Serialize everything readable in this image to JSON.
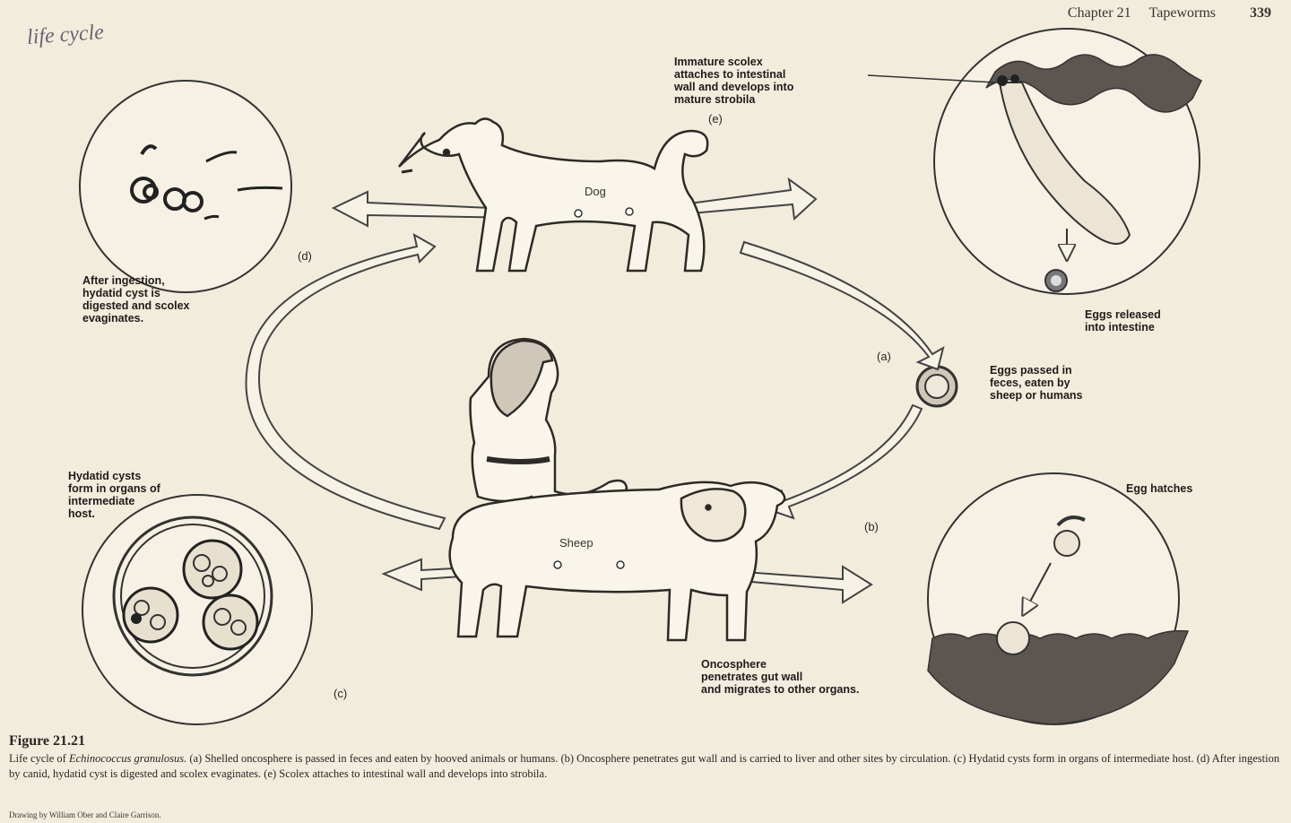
{
  "header": {
    "chapter": "Chapter 21",
    "section": "Tapeworms",
    "page": "339"
  },
  "handwriting": "life cycle",
  "hosts": {
    "dog": "Dog",
    "sheep": "Sheep"
  },
  "stages": {
    "e": {
      "letter": "(e)",
      "text": [
        "Immature scolex",
        "attaches to intestinal",
        "wall and develops into",
        "mature strobila"
      ]
    },
    "eggs_released": {
      "text": [
        "Eggs released",
        "into intestine"
      ]
    },
    "a": {
      "letter": "(a)",
      "text": [
        "Eggs passed in",
        "feces, eaten by",
        "sheep or humans"
      ]
    },
    "b": {
      "letter": "(b)",
      "title": "Egg hatches",
      "text": [
        "Oncosphere",
        "penetrates gut wall",
        "and migrates to other organs."
      ]
    },
    "c": {
      "letter": "(c)",
      "text": [
        "Hydatid cysts",
        "form in organs of",
        "intermediate",
        "host."
      ]
    },
    "d": {
      "letter": "(d)",
      "text": [
        "After ingestion,",
        "hydatid cyst is",
        "digested and scolex",
        "evaginates."
      ]
    }
  },
  "figure": {
    "title": "Figure 21.21",
    "caption_lead": "Life cycle of ",
    "caption_species": "Echinococcus granulosus.",
    "caption_rest": " (a) Shelled oncosphere is passed in feces and eaten by hooved animals or humans. (b) Oncosphere penetrates gut wall and is carried to liver and other sites by circulation. (c) Hydatid cysts form in organs of intermediate host. (d) After ingestion by canid, hydatid cyst is digested and scolex evaginates. (e) Scolex attaches to intestinal wall and develops into strobila.",
    "credit": "Drawing by William Ober and Claire Garrison."
  }
}
